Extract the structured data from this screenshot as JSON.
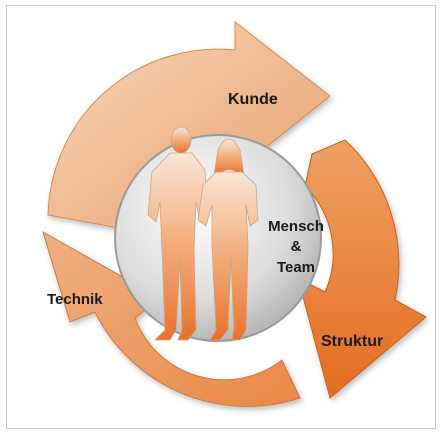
{
  "diagram": {
    "segments": {
      "top": "Kunde",
      "right": "Struktur",
      "left": "Technik"
    },
    "center": {
      "line1": "Mensch",
      "line2": "&",
      "line3": "Team"
    },
    "colors": {
      "arrow_light": "#f2c7a4",
      "arrow_mid": "#ec9a5f",
      "arrow_dark": "#e8742a",
      "circle": "#d9d9d9",
      "figure": "#ee8a45"
    }
  }
}
